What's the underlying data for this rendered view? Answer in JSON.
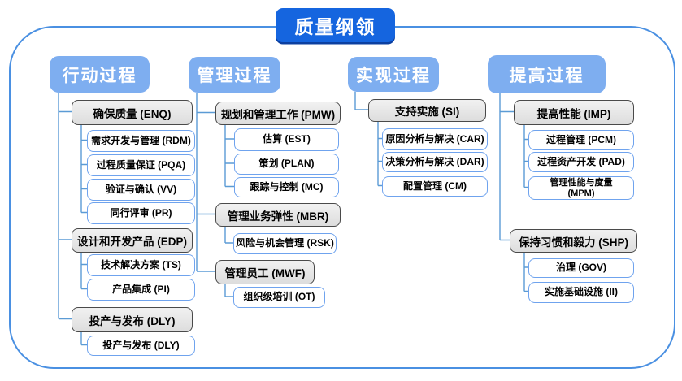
{
  "title": "质量纲领",
  "colors": {
    "title_bg": "#1565df",
    "column_header_bg": "#7eaef0",
    "group_box_fill": "#e9e9e9",
    "group_box_border": "#4a4a4a",
    "leaf_box_border": "#6fa3ee",
    "connector_line": "#5b9bd5",
    "frame_border": "#4a90e2"
  },
  "columns": [
    {
      "label": "行动过程",
      "groups": [
        {
          "label": "确保质量 (ENQ)",
          "children": [
            "需求开发与管理 (RDM)",
            "过程质量保证 (PQA)",
            "验证与确认 (VV)",
            "同行评审 (PR)"
          ]
        },
        {
          "label": "设计和开发产品 (EDP)",
          "children": [
            "技术解决方案 (TS)",
            "产品集成 (PI)"
          ]
        },
        {
          "label": "投产与发布 (DLY)",
          "children": [
            "投产与发布 (DLY)"
          ]
        }
      ]
    },
    {
      "label": "管理过程",
      "groups": [
        {
          "label": "规划和管理工作 (PMW)",
          "children": [
            "估算 (EST)",
            "策划 (PLAN)",
            "跟踪与控制 (MC)"
          ]
        },
        {
          "label": "管理业务弹性 (MBR)",
          "children": [
            "风险与机会管理 (RSK)"
          ]
        },
        {
          "label": "管理员工 (MWF)",
          "children": [
            "组织级培训 (OT)"
          ]
        }
      ]
    },
    {
      "label": "实现过程",
      "groups": [
        {
          "label": "支持实施 (SI)",
          "children": [
            "原因分析与解决 (CAR)",
            "决策分析与解决 (DAR)",
            "配置管理 (CM)"
          ]
        }
      ]
    },
    {
      "label": "提高过程",
      "groups": [
        {
          "label": "提高性能 (IMP)",
          "children": [
            "过程管理 (PCM)",
            "过程资产开发 (PAD)",
            "管理性能与度量\n(MPM)"
          ]
        },
        {
          "label": "保持习惯和毅力 (SHP)",
          "children": [
            "治理 (GOV)",
            "实施基础设施 (II)"
          ]
        }
      ]
    }
  ]
}
